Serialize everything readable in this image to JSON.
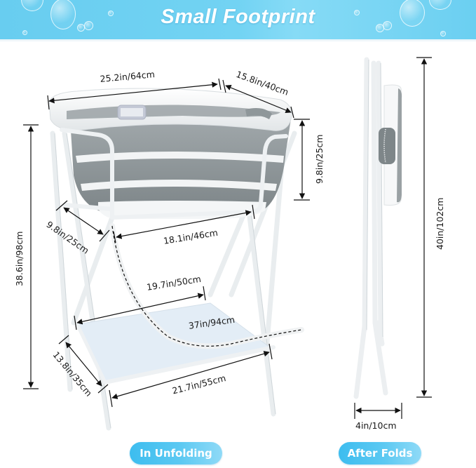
{
  "banner": {
    "title": "Small Footprint",
    "background_color": "#72d3f3",
    "text_color": "#ffffff"
  },
  "unfolded": {
    "label": "In Unfolding",
    "dimensions": {
      "tub_length": "25.2in/64cm",
      "tub_width": "15.8in/40cm",
      "tub_depth": "9.8in/25cm",
      "total_height": "38.6in/98cm",
      "frame_depth_top": "9.8in/25cm",
      "frame_width_top": "18.1in/46cm",
      "shelf_width": "19.7in/50cm",
      "drain_hose_length": "37in/94cm",
      "base_depth": "13.8in/35cm",
      "base_width": "21.7in/55cm"
    }
  },
  "folded": {
    "label": "After Folds",
    "dimensions": {
      "folded_height": "40in/102cm",
      "folded_depth": "4in/10cm"
    }
  },
  "colors": {
    "pill_accent": "#4cc3f0",
    "tub_gray": "#8e9598",
    "frame_white": "#f4f6f7",
    "shelf_blue": "#e3edf6"
  }
}
